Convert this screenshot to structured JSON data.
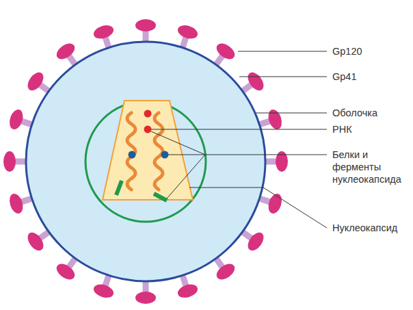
{
  "diagram": {
    "labels": [
      "Gp120",
      "Gp41",
      "Оболочка",
      "РНК",
      "Белки и ферменты нуклеокапсида",
      "Нуклеокапсид"
    ]
  }
}
